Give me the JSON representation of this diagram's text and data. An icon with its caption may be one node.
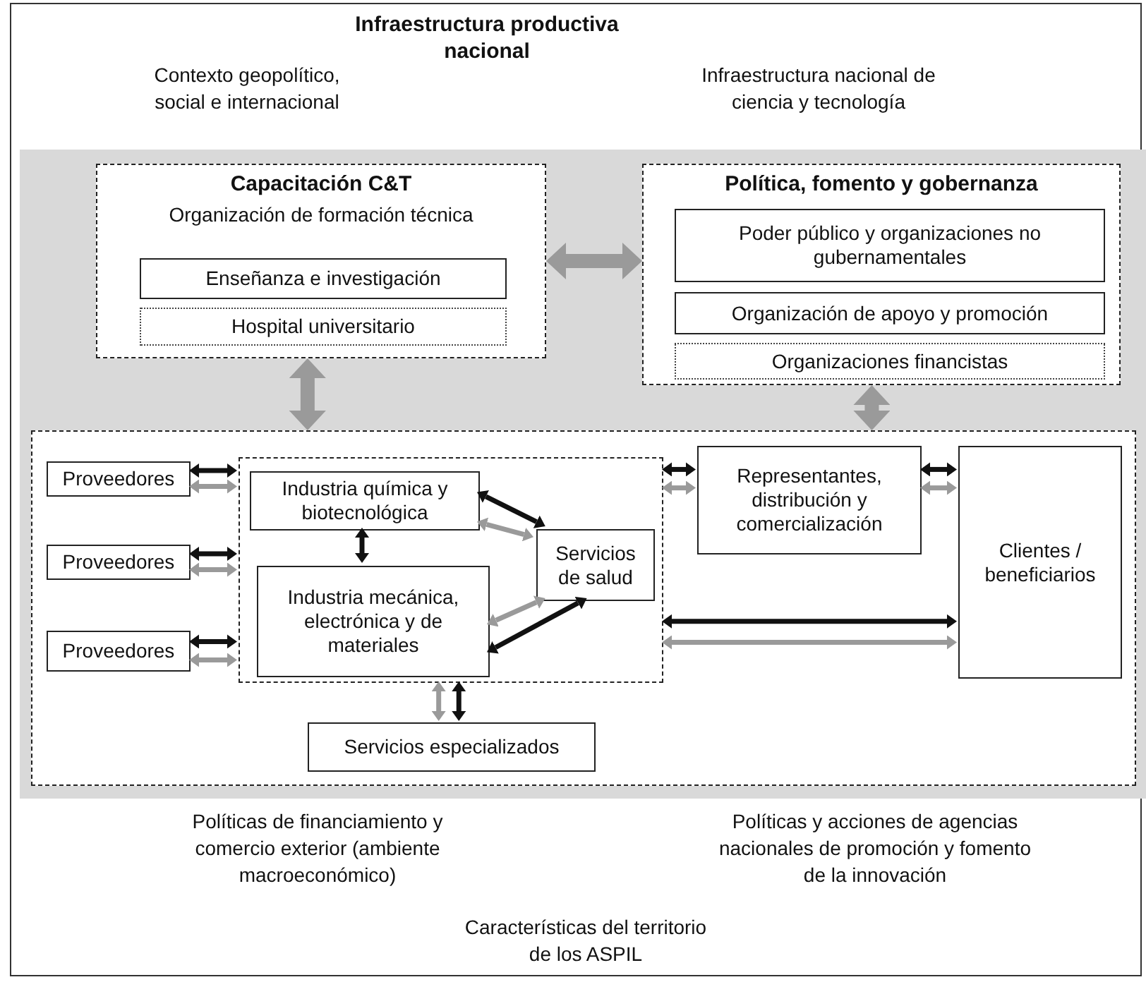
{
  "diagram": {
    "title": "Infraestructura productiva nacional",
    "nodes": [
      {
        "text": [
          "Capacitación C&T",
          "Organización de formación técnica"
        ]
      },
      {
        "text": [
          "Enseñanza e investigación"
        ],
        "in": 0
      },
      {
        "text": [
          "Hospital universitario"
        ],
        "in": 0
      },
      {
        "text": [
          "Política, fomento y gobernanza"
        ]
      },
      {
        "text": [
          "Poder público y organizaciones no gubernamentales"
        ],
        "in": 3
      },
      {
        "text": [
          "Organización de apoyo y promoción"
        ],
        "in": 3
      },
      {
        "text": [
          "Organizaciones financistas"
        ],
        "in": 3
      },
      {
        "text": [],
        "shape": "box"
      },
      {
        "text": [
          "Proveedores"
        ],
        "in": 7
      },
      {
        "text": [
          "Proveedores"
        ],
        "in": 7
      },
      {
        "text": [
          "Proveedores"
        ],
        "in": 7
      },
      {
        "text": [],
        "shape": "box",
        "in": 7
      },
      {
        "text": [
          "Industria química y biotecnológica"
        ],
        "in": 11
      },
      {
        "text": [
          "Industria mecánica, electrónica y de materiales"
        ],
        "in": 11
      },
      {
        "text": [
          "Servicios de salud"
        ],
        "in": 11
      },
      {
        "text": [
          "Representantes, distribución y comercialización"
        ],
        "in": 7
      },
      {
        "text": [
          "Clientes / beneficiarios"
        ],
        "in": 7
      },
      {
        "text": [
          "Servicios especializados"
        ],
        "in": 7
      }
    ],
    "edges": [
      {
        "from": 0,
        "to": 3,
        "arrow": "both",
        "style": "thick",
        "color": "#9a9a9a"
      },
      {
        "from": 0,
        "to": 7,
        "arrow": "both",
        "style": "thick",
        "color": "#9a9a9a"
      },
      {
        "from": 3,
        "to": 7,
        "arrow": "both",
        "style": "thick",
        "color": "#9a9a9a"
      },
      {
        "from": 8,
        "to": 11,
        "arrow": "both",
        "color": "#111111"
      },
      {
        "from": 8,
        "to": 11,
        "arrow": "both",
        "color": "#9a9a9a"
      },
      {
        "from": 9,
        "to": 11,
        "arrow": "both",
        "color": "#111111"
      },
      {
        "from": 9,
        "to": 11,
        "arrow": "both",
        "color": "#9a9a9a"
      },
      {
        "from": 10,
        "to": 11,
        "arrow": "both",
        "color": "#111111"
      },
      {
        "from": 10,
        "to": 11,
        "arrow": "both",
        "color": "#9a9a9a"
      },
      {
        "from": 12,
        "to": 13,
        "arrow": "both",
        "color": "#111111"
      },
      {
        "from": 12,
        "to": 14,
        "arrow": "both",
        "color": "#111111"
      },
      {
        "from": 12,
        "to": 14,
        "arrow": "both",
        "color": "#9a9a9a"
      },
      {
        "from": 13,
        "to": 14,
        "arrow": "both",
        "color": "#9a9a9a"
      },
      {
        "from": 13,
        "to": 14,
        "arrow": "both",
        "color": "#111111"
      },
      {
        "from": 11,
        "to": 15,
        "arrow": "both",
        "color": "#111111"
      },
      {
        "from": 11,
        "to": 15,
        "arrow": "both",
        "color": "#9a9a9a"
      },
      {
        "from": 15,
        "to": 16,
        "arrow": "both",
        "color": "#111111"
      },
      {
        "from": 15,
        "to": 16,
        "arrow": "both",
        "color": "#9a9a9a"
      },
      {
        "from": 11,
        "to": 16,
        "arrow": "both",
        "color": "#111111"
      },
      {
        "from": 11,
        "to": 16,
        "arrow": "both",
        "color": "#9a9a9a"
      },
      {
        "from": 17,
        "to": 11,
        "arrow": "both",
        "color": "#9a9a9a"
      },
      {
        "from": 17,
        "to": 11,
        "arrow": "both",
        "color": "#111111"
      }
    ],
    "labels": [
      "Contexto geopolítico, social e internacional",
      "Infraestructura nacional de ciencia y tecnología",
      "Políticas de financiamiento y comercio exterior (ambiente macroeconómico)",
      "Políticas y acciones de agencias nacionales de promoción y fomento de la innovación",
      "Características del territorio de los ASPIL"
    ]
  }
}
